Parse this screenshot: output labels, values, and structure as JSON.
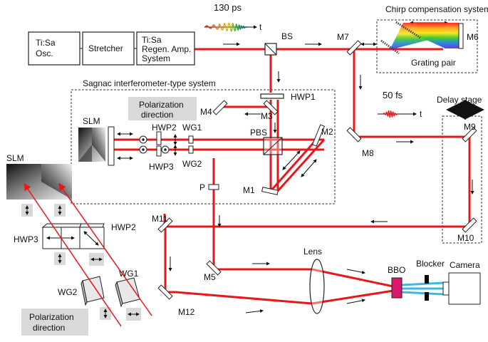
{
  "blocks": {
    "osc": [
      "Ti:Sa",
      "Osc."
    ],
    "stretcher": "Stretcher",
    "regen": [
      "Ti:Sa",
      "Regen. Amp.",
      "System"
    ]
  },
  "pulse_130": "130 ps",
  "pulse_50": "50 fs",
  "time_symbol": "t",
  "chirp_title": "Chirp compensation system",
  "grating_pair": "Grating pair",
  "sagnac_title": "Sagnac interferometer-type system",
  "polarization_direction": [
    "Polarization",
    "direction"
  ],
  "delay_stage": "Delay stage",
  "labels": {
    "bs": "BS",
    "m7": "M7",
    "m6": "M6",
    "hwp1": "HWP1",
    "m3": "M3",
    "m4": "M4",
    "pbs": "PBS",
    "m2": "M2",
    "m1": "M1",
    "slm": "SLM",
    "hwp2": "HWP2",
    "hwp3": "HWP3",
    "wg1": "WG1",
    "wg2": "WG2",
    "p": "P",
    "m8": "M8",
    "m9": "M9",
    "m10": "M10",
    "m11": "M11",
    "m5": "M5",
    "m12": "M12",
    "lens": "Lens",
    "bbo": "BBO",
    "blocker": "Blocker",
    "camera": "Camera"
  },
  "inset": {
    "slm": "SLM",
    "hwp3": "HWP3",
    "hwp2": "HWP2",
    "wg1": "WG1",
    "wg2": "WG2"
  },
  "colors": {
    "beam": "#e8171b",
    "bbo": "#d8176e",
    "blue_beam": "#3fb6e0",
    "gray_box": "#d9d9d9"
  }
}
